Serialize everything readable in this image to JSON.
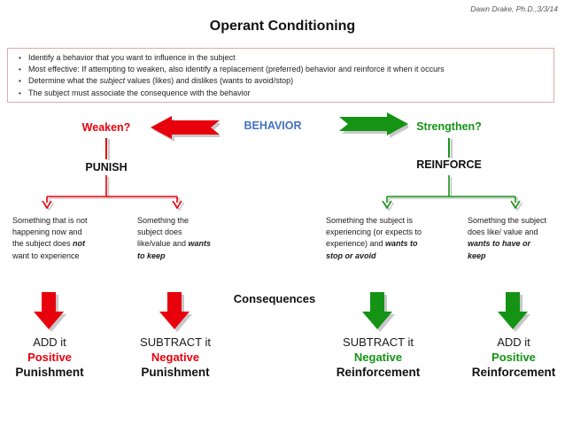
{
  "credit": "Dawn Drake, Ph.D.,3/3/14",
  "title": "Operant Conditioning",
  "bullets": {
    "b1": "Identify a behavior that you want to influence in the subject",
    "b2": "Most effective: If attempting to weaken, also identify a replacement (preferred) behavior and reinforce it when it occurs",
    "b3_pre": "Determine what the ",
    "b3_em": "subject",
    "b3_post": " values (likes) and dislikes (wants to avoid/stop)",
    "b4": "The subject must associate the consequence with the behavior",
    "marker": "•"
  },
  "flow": {
    "weaken_label": "Weaken?",
    "behavior_label": "BEHAVIOR",
    "strengthen_label": "Strengthen?",
    "punish_label": "PUNISH",
    "reinforce_label": "REINFORCE",
    "consequences_label": "Consequences"
  },
  "descriptions": {
    "d1_pre": "Something that is not happening now and the subject does ",
    "d1_em": "not",
    "d1_post": " want to experience",
    "d2_pre": "Something the subject does like/value and ",
    "d2_em": "wants to keep",
    "d2_post": "",
    "d3_pre": "Something the subject is experiencing (or expects to experience) and ",
    "d3_em": "wants to stop or avoid",
    "d3_post": "",
    "d4_pre": "Something the subject does like/ value and ",
    "d4_em": "wants to have or keep",
    "d4_post": ""
  },
  "outcomes": [
    {
      "action": "ADD it",
      "valence": "Positive",
      "category": "Punishment",
      "color": "red"
    },
    {
      "action": "SUBTRACT it",
      "valence": "Negative",
      "category": "Punishment",
      "color": "red"
    },
    {
      "action": "SUBTRACT it",
      "valence": "Negative",
      "category": "Reinforcement",
      "color": "green"
    },
    {
      "action": "ADD it",
      "valence": "Positive",
      "category": "Reinforcement",
      "color": "green"
    }
  ],
  "colors": {
    "red": "#e8000d",
    "green": "#149314",
    "blue": "#4472c4",
    "shadow": "#c8c8c8",
    "box_border": "#e3a8a6"
  }
}
